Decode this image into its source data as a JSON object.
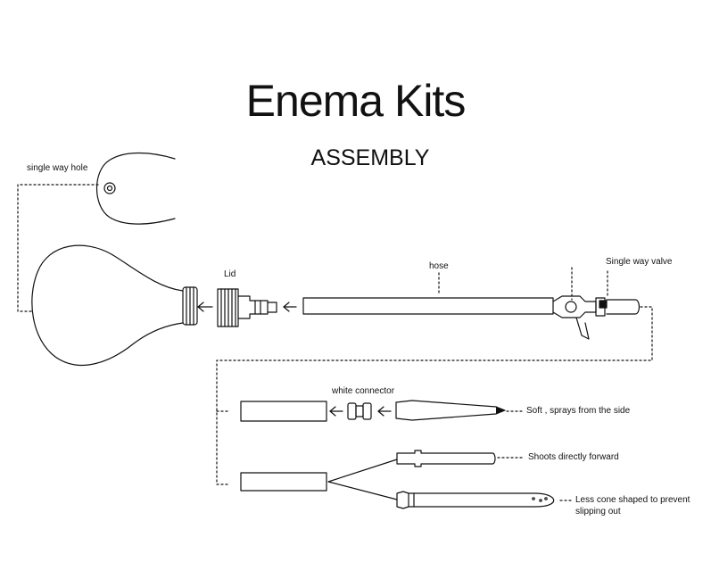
{
  "title": "Enema Kits",
  "subtitle": "ASSEMBLY",
  "labels": {
    "single_way_hole": "single way hole",
    "lid": "Lid",
    "hose": "hose",
    "single_way_valve": "Single way valve",
    "white_connector": "white connector",
    "soft_tip": "Soft , sprays from the side",
    "forward_tip": "Shoots directly forward",
    "cone_tip_line1": "Less cone shaped to prevent",
    "cone_tip_line2": "slipping out"
  },
  "colors": {
    "line": "#111111",
    "background": "#ffffff"
  }
}
